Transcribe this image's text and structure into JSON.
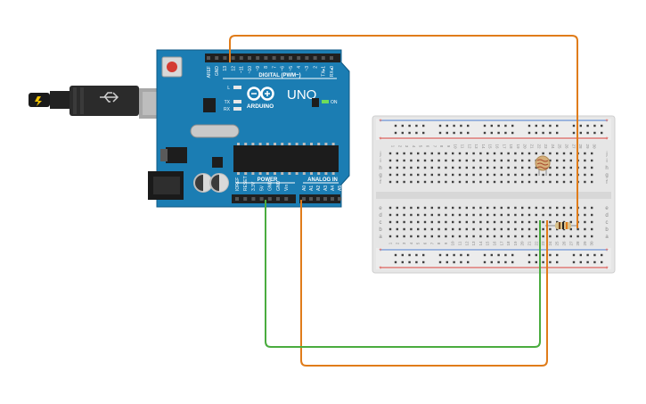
{
  "board": {
    "brand": "ARDUINO",
    "model": "UNO",
    "digital_header_label": "DIGITAL (PWM~)",
    "power_label": "POWER",
    "analog_label": "ANALOG IN",
    "on_label": "ON",
    "led_l": "L",
    "led_tx": "TX",
    "led_rx": "RX",
    "digital_pins": [
      "AREF",
      "GND",
      "13",
      "12",
      "~11",
      "~10",
      "~9",
      "8",
      "7",
      "~6",
      "~5",
      "4",
      "~3",
      "2",
      "TX▸1",
      "RX◂0"
    ],
    "power_pins": [
      "IOREF",
      "RESET",
      "3.3V",
      "5V",
      "GND",
      "GND",
      "Vin"
    ],
    "analog_pins": [
      "A0",
      "A1",
      "A2",
      "A3",
      "A4",
      "A5"
    ]
  },
  "breadboard": {
    "row_letters_top": [
      "j",
      "i",
      "h",
      "g",
      "f"
    ],
    "row_letters_bottom": [
      "e",
      "d",
      "c",
      "b",
      "a"
    ],
    "column_count": 30
  },
  "components": {
    "photoresistor": "photoresistor",
    "resistor": "resistor"
  },
  "colors": {
    "board_blue": "#1b7db3",
    "board_edge": "#115a85",
    "wire_orange": "#e07c1a",
    "wire_green": "#4aac3f",
    "breadboard_bg": "#e6e6e6",
    "rail_red": "#d9413a",
    "rail_blue": "#4a7bd1",
    "usb_gray": "#a9a9a9"
  }
}
